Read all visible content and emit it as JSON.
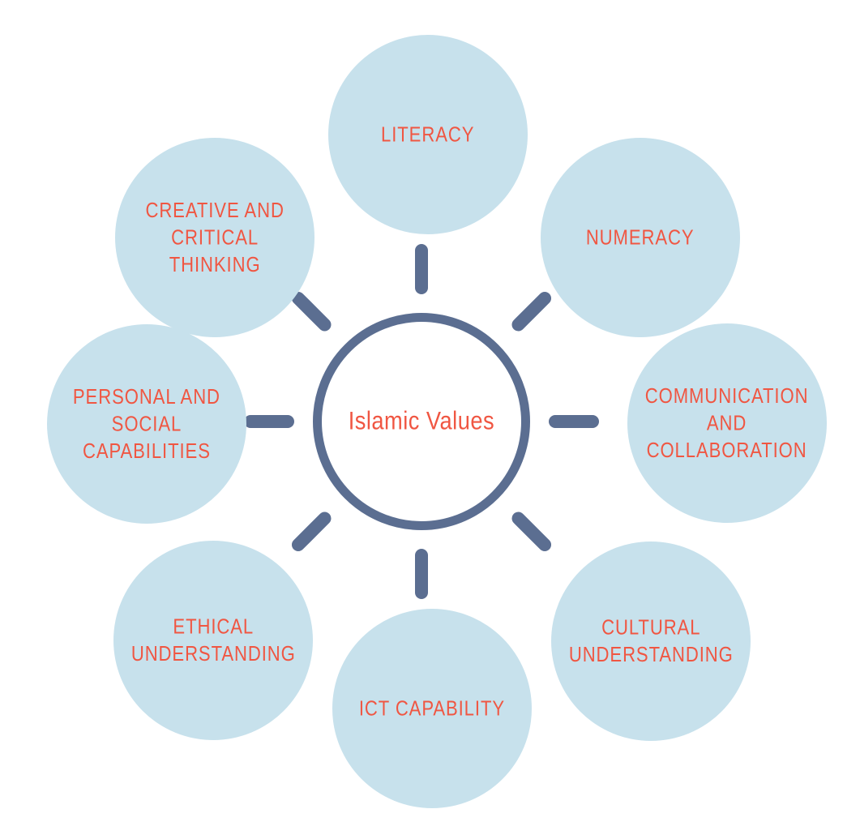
{
  "diagram": {
    "title_hint": "general capabilities around Islamic Values hub",
    "center": {
      "label": "Islamic Values"
    },
    "nodes": [
      {
        "id": "literacy",
        "label": "LITERACY"
      },
      {
        "id": "numeracy",
        "label": "NUMERACY"
      },
      {
        "id": "communication-and-collaboration",
        "label": "COMMUNICATION\nAND\nCOLLABORATION"
      },
      {
        "id": "cultural-understanding",
        "label": "CULTURAL\nUNDERSTANDING"
      },
      {
        "id": "ict-capability",
        "label": "ICT CAPABILITY"
      },
      {
        "id": "ethical-understanding",
        "label": "ETHICAL\nUNDERSTANDING"
      },
      {
        "id": "personal-and-social-capabilities",
        "label": "PERSONAL AND\nSOCIAL\nCAPABILITIES"
      },
      {
        "id": "creative-and-critical-thinking",
        "label": "CREATIVE AND\nCRITICAL\nTHINKING"
      }
    ],
    "colors": {
      "background": "#ffffff",
      "node_fill": "#c7e1ec",
      "label_text": "#f05642",
      "hub_ring": "#5b6e91",
      "spoke": "#5b6e91"
    }
  }
}
